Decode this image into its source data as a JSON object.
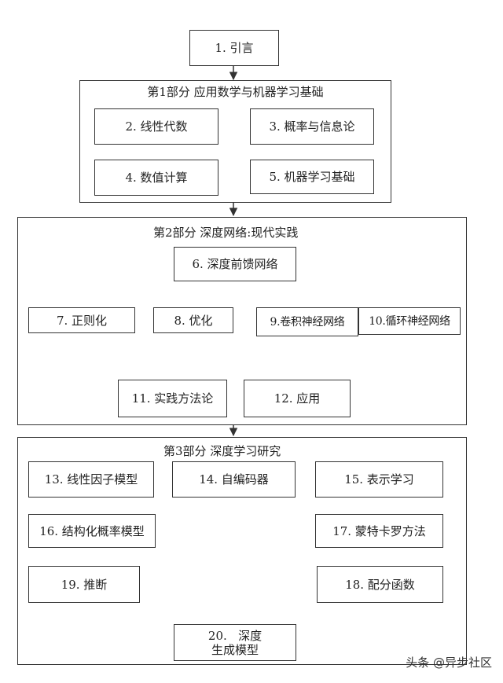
{
  "nodes": {
    "n1": "1. 引言",
    "n2": "2. 线性代数",
    "n3": "3. 概率与信息论",
    "n4": "4. 数值计算",
    "n5": "5. 机器学习基础",
    "n6": "6. 深度前馈网络",
    "n7": "7. 正则化",
    "n8": "8. 优化",
    "n9": "9.卷积神经网络",
    "n10": "10.循环神经网络",
    "n11": "11. 实践方法论",
    "n12": "12. 应用",
    "n13": "13. 线性因子模型",
    "n14": "14. 自编码器",
    "n15": "15. 表示学习",
    "n16": "16. 结构化概率模型",
    "n17": "17. 蒙特卡罗方法",
    "n18": "18. 配分函数",
    "n19": "19. 推断",
    "n20_line1": "20.   深度",
    "n20_line2": "生成模型"
  },
  "parts": {
    "p1": "第1部分  应用数学与机器学习基础",
    "p2": "第2部分  深度网络:现代实践",
    "p3": "第3部分  深度学习研究"
  },
  "watermark": "头条 @异步社区",
  "colors": {
    "line": "#333333",
    "background": "#ffffff"
  }
}
